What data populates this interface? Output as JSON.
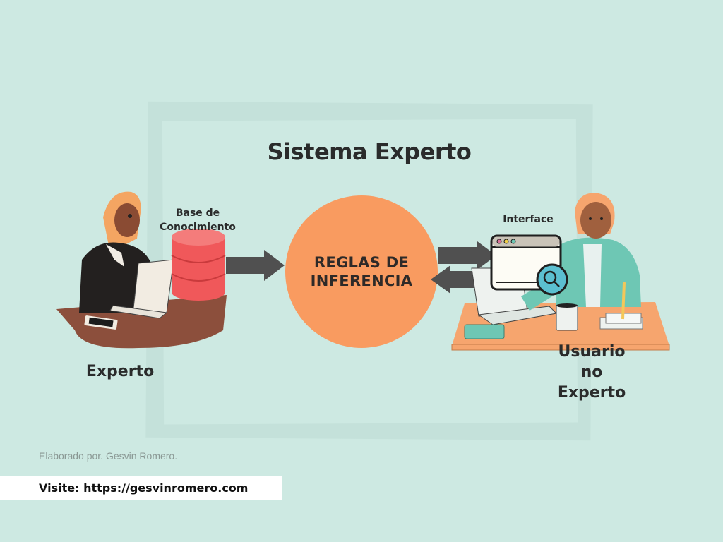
{
  "diagram": {
    "title": "Sistema Experto",
    "nodes": {
      "knowledge_base": {
        "label_line1": "Base de",
        "label_line2": "Conocimiento",
        "color": "#f0585a"
      },
      "inference_engine": {
        "label_line1": "REGLAS DE",
        "label_line2": "INFERENCIA",
        "color": "#f99b60"
      },
      "interface": {
        "label": "Interface"
      },
      "expert": {
        "label": "Experto"
      },
      "non_expert_user": {
        "label_line1": "Usuario",
        "label_line2": "no",
        "label_line3": "Experto"
      }
    },
    "edges": [
      {
        "from": "knowledge_base",
        "to": "inference_engine",
        "direction": "right"
      },
      {
        "from": "inference_engine",
        "to": "interface",
        "direction": "right"
      },
      {
        "from": "interface",
        "to": "inference_engine",
        "direction": "left"
      }
    ],
    "colors": {
      "background": "#cde9e2",
      "frame": "#c4e1da",
      "arrow": "#505050",
      "text": "#2a2b2b"
    }
  },
  "footer": {
    "credit": "Elaborado por. Gesvin Romero.",
    "link_text": "Visite: https://gesvinromero.com"
  }
}
